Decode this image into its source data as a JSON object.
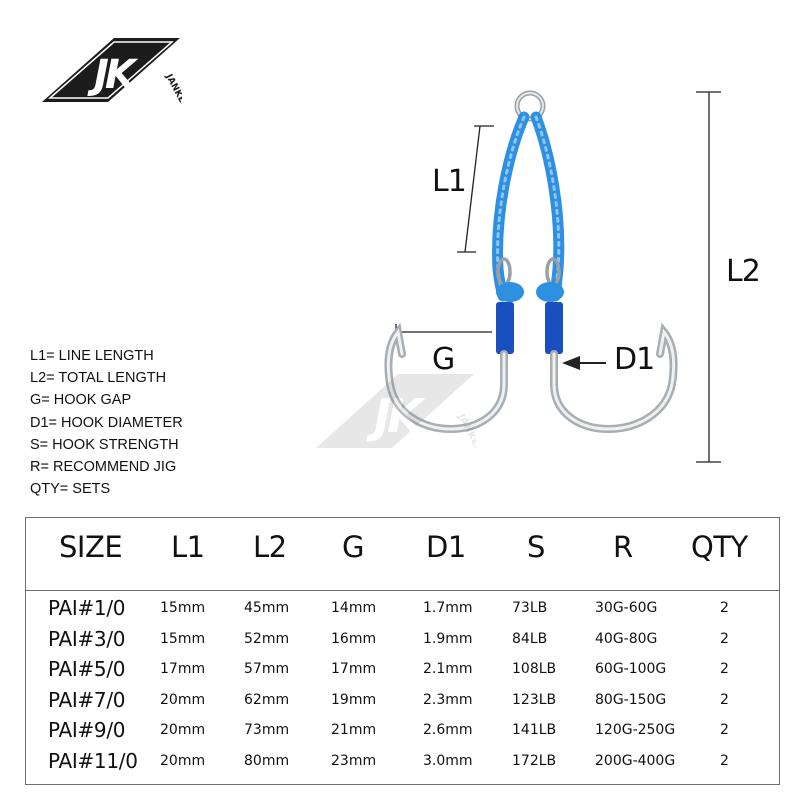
{
  "brand": {
    "logo_letters": "JK",
    "logo_word": "JANKER",
    "watermark_letters": "JK",
    "watermark_word": "JANKER"
  },
  "dimension_labels": {
    "l1": "L1",
    "l2": "L2",
    "g": "G",
    "d1": "D1"
  },
  "legend": [
    "L1= LINE LENGTH",
    "L2= TOTAL LENGTH",
    "G= HOOK GAP",
    "D1= HOOK DIAMETER",
    "S= HOOK STRENGTH",
    "R= RECOMMEND JIG",
    "QTY= SETS"
  ],
  "table": {
    "headers": [
      "SIZE",
      "L1",
      "L2",
      "G",
      "D1",
      "S",
      "R",
      "QTY"
    ],
    "rows": [
      [
        "PAI#1/0",
        "15mm",
        "45mm",
        "14mm",
        "1.7mm",
        "73LB",
        "30G-60G",
        "2"
      ],
      [
        "PAI#3/0",
        "15mm",
        "52mm",
        "16mm",
        "1.9mm",
        "84LB",
        "40G-80G",
        "2"
      ],
      [
        "PAI#5/0",
        "17mm",
        "57mm",
        "17mm",
        "2.1mm",
        "108LB",
        "60G-100G",
        "2"
      ],
      [
        "PAI#7/0",
        "20mm",
        "62mm",
        "19mm",
        "2.3mm",
        "123LB",
        "80G-150G",
        "2"
      ],
      [
        "PAI#9/0",
        "20mm",
        "73mm",
        "21mm",
        "2.6mm",
        "141LB",
        "120G-250G",
        "2"
      ],
      [
        "PAI#11/0",
        "20mm",
        "80mm",
        "23mm",
        "3.0mm",
        "172LB",
        "200G-400G",
        "2"
      ]
    ]
  },
  "colors": {
    "cord": "#2f8fe0",
    "wrap": "#1a4fbf",
    "steel": "#c8ccd0",
    "text": "#111111",
    "border": "#6d6d6d"
  },
  "icons": {
    "logo": "jk-janker-logo",
    "product": "double-assist-hook"
  }
}
